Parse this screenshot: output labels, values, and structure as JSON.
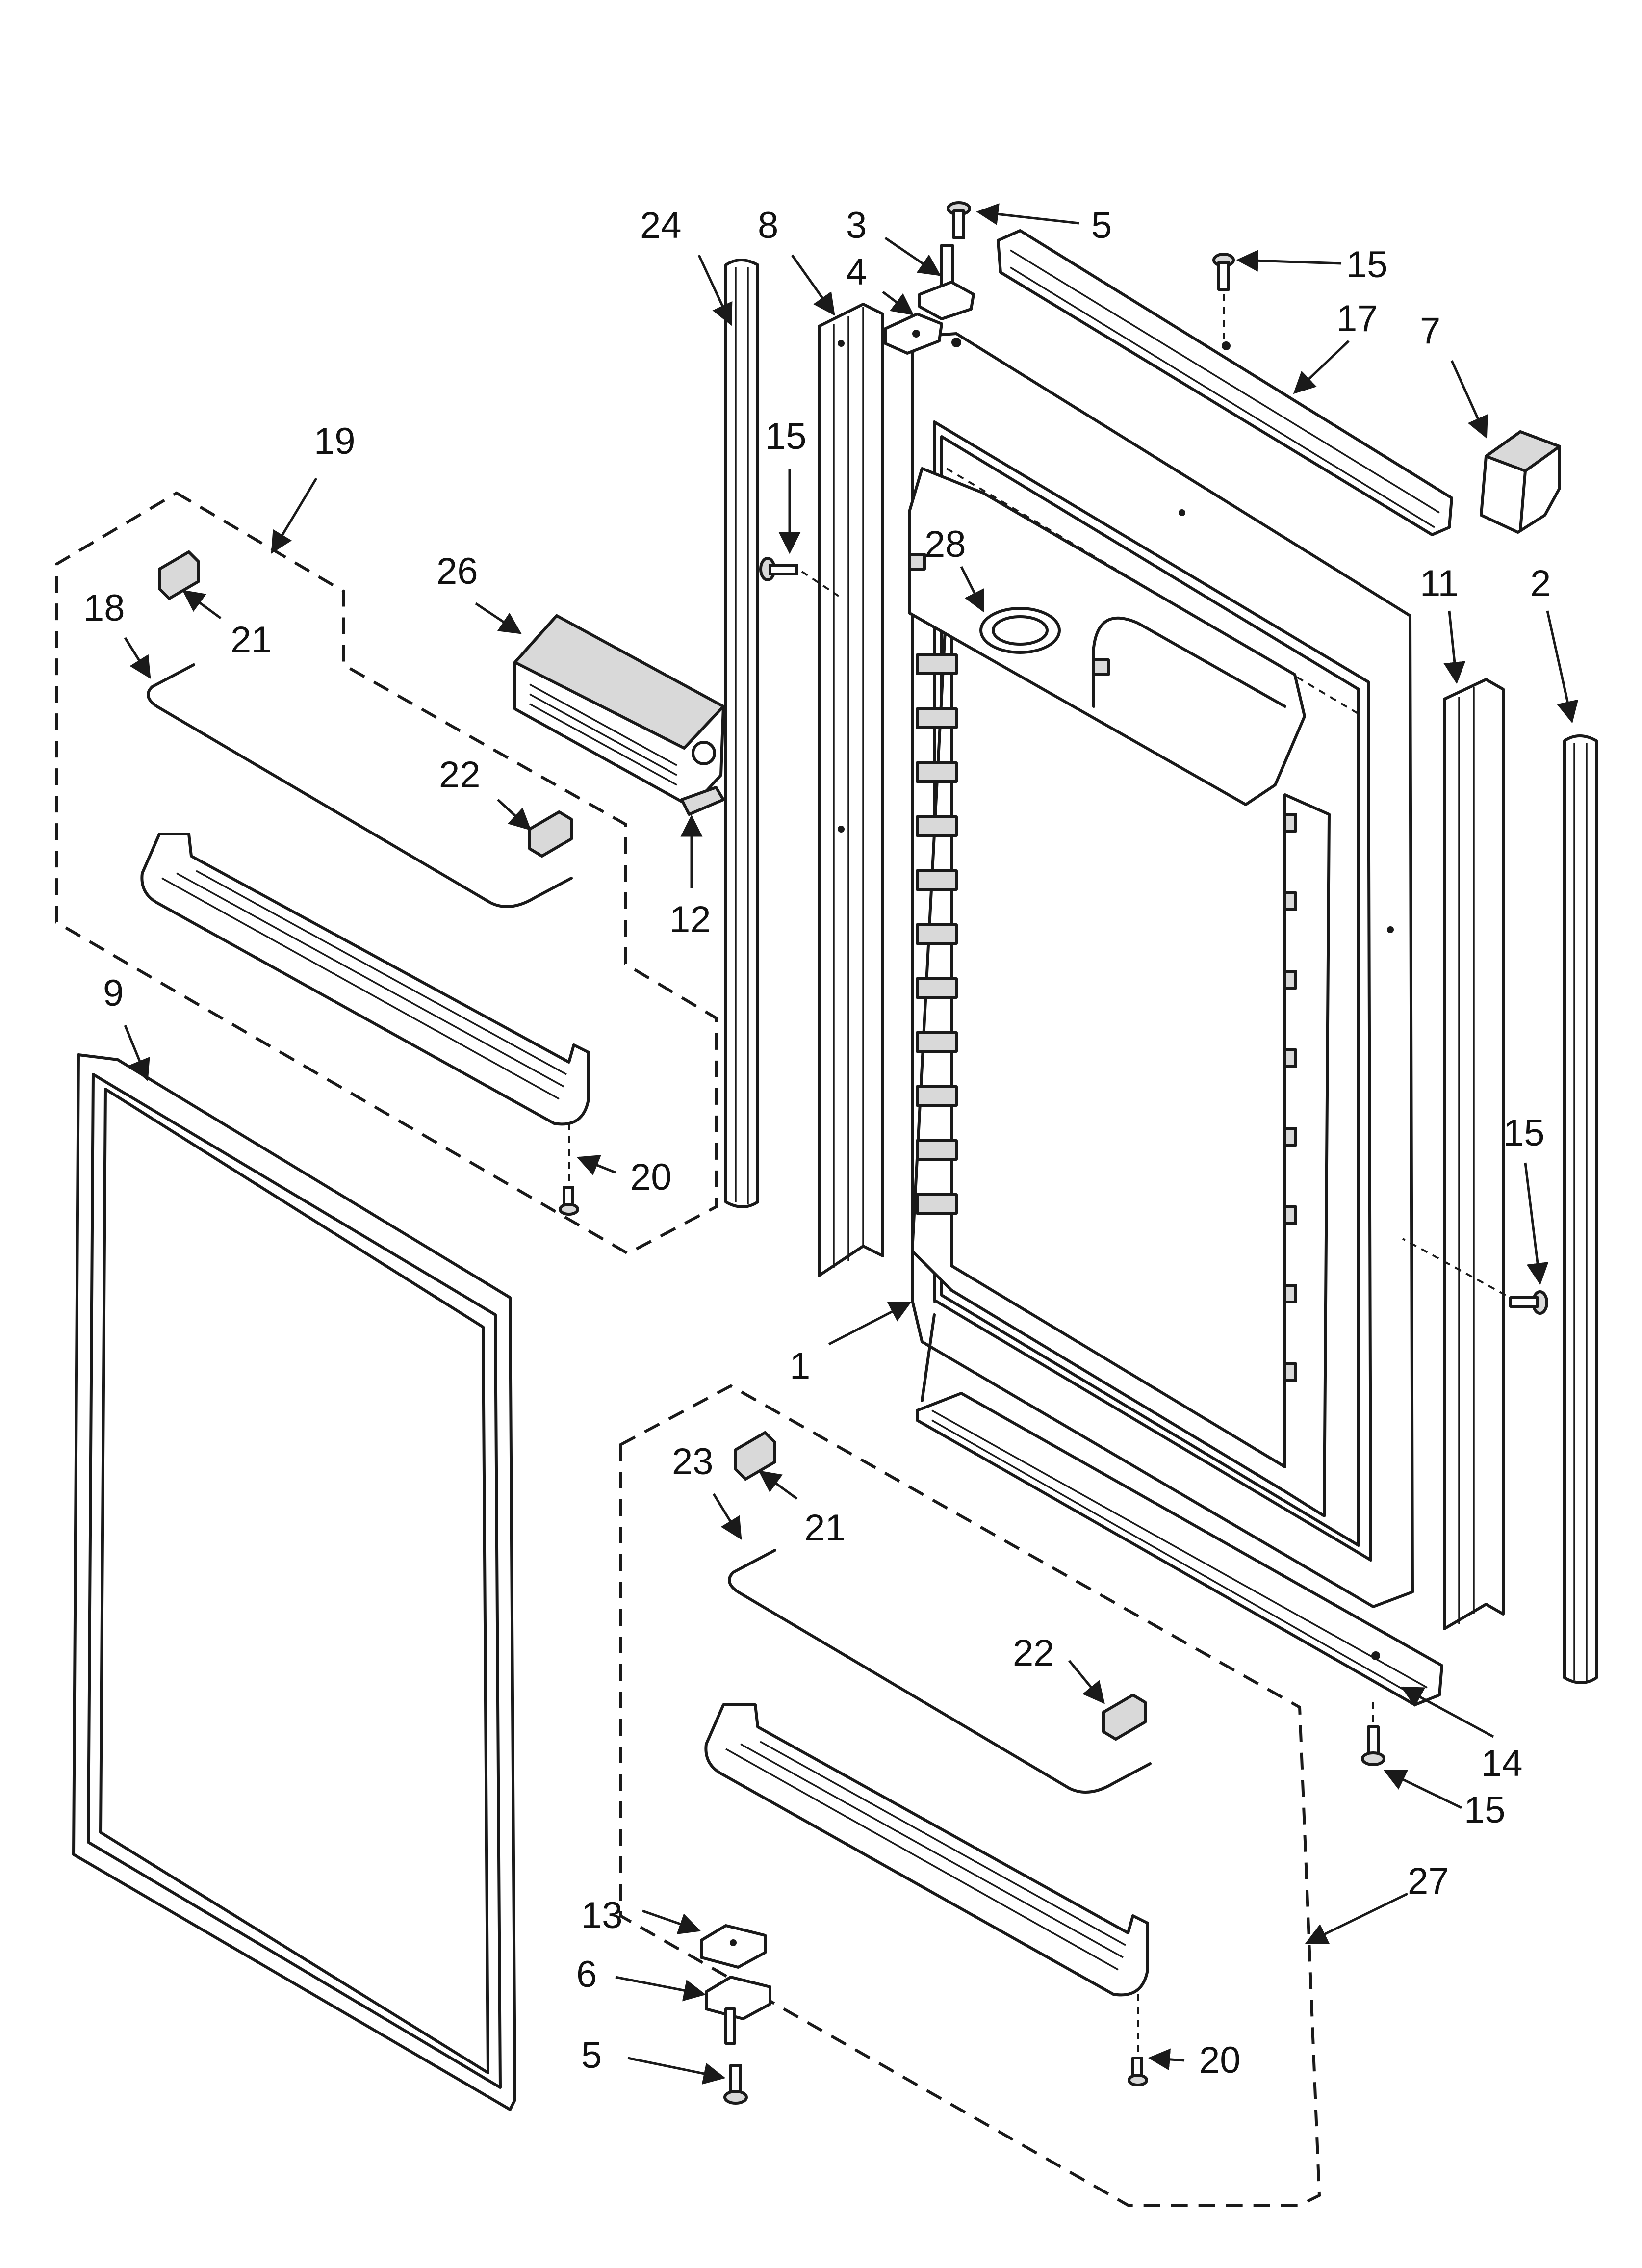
{
  "callouts": [
    {
      "id": "c24",
      "text": "24"
    },
    {
      "id": "c8",
      "text": "8"
    },
    {
      "id": "c3",
      "text": "3"
    },
    {
      "id": "c5top",
      "text": "5"
    },
    {
      "id": "c4",
      "text": "4"
    },
    {
      "id": "c15top",
      "text": "15"
    },
    {
      "id": "c17",
      "text": "17"
    },
    {
      "id": "c7",
      "text": "7"
    },
    {
      "id": "c19",
      "text": "19"
    },
    {
      "id": "c15left",
      "text": "15"
    },
    {
      "id": "c28",
      "text": "28"
    },
    {
      "id": "c26",
      "text": "26"
    },
    {
      "id": "c11",
      "text": "11"
    },
    {
      "id": "c2",
      "text": "2"
    },
    {
      "id": "c18",
      "text": "18"
    },
    {
      "id": "c21top",
      "text": "21"
    },
    {
      "id": "c22top",
      "text": "22"
    },
    {
      "id": "c12",
      "text": "12"
    },
    {
      "id": "c9",
      "text": "9"
    },
    {
      "id": "c20top",
      "text": "20"
    },
    {
      "id": "c15right",
      "text": "15"
    },
    {
      "id": "c1",
      "text": "1"
    },
    {
      "id": "c23",
      "text": "23"
    },
    {
      "id": "c21bot",
      "text": "21"
    },
    {
      "id": "c22bot",
      "text": "22"
    },
    {
      "id": "c14",
      "text": "14"
    },
    {
      "id": "c15bot",
      "text": "15"
    },
    {
      "id": "c27",
      "text": "27"
    },
    {
      "id": "c13",
      "text": "13"
    },
    {
      "id": "c6",
      "text": "6"
    },
    {
      "id": "c20bot",
      "text": "20"
    },
    {
      "id": "c5bot",
      "text": "5"
    }
  ]
}
